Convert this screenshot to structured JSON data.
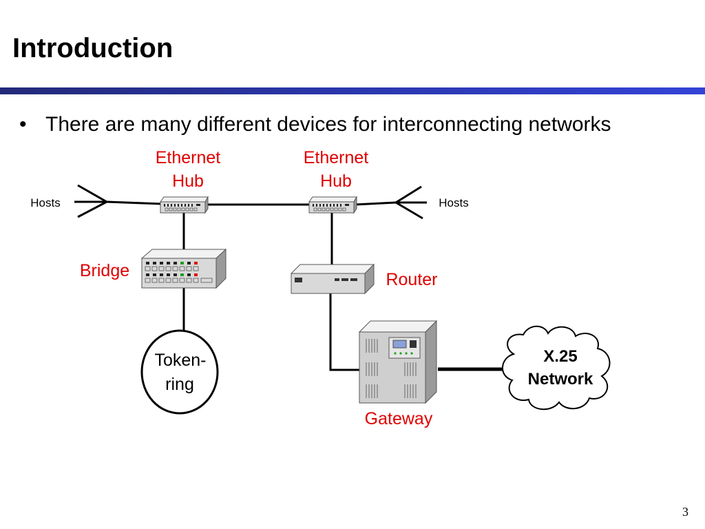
{
  "slide": {
    "title": "Introduction",
    "bullet": "There are many different devices for interconnecting networks",
    "page_number": "3"
  },
  "diagram": {
    "hub_left_label": [
      "Ethernet",
      "Hub"
    ],
    "hub_right_label": [
      "Ethernet",
      "Hub"
    ],
    "hosts_left": "Hosts",
    "hosts_right": "Hosts",
    "bridge": "Bridge",
    "router": "Router",
    "token_ring": [
      "Token-",
      "ring"
    ],
    "gateway": "Gateway",
    "x25_network": [
      "X.25",
      "Network"
    ]
  },
  "colors": {
    "device_label": "#e00000",
    "rule": "#2a36a8"
  }
}
